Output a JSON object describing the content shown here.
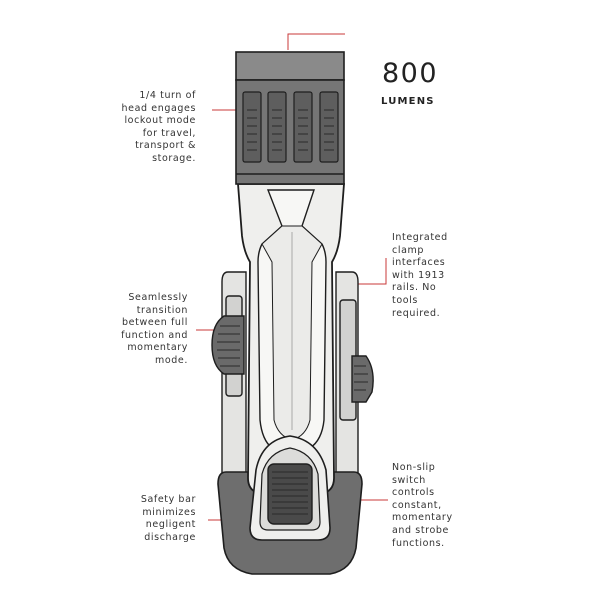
{
  "spec": {
    "value": "800",
    "unit": "LUMENS"
  },
  "callouts": {
    "head_lockout": [
      "1/4 turn of",
      "head engages",
      "lockout mode",
      "for travel,",
      "transport &",
      "storage."
    ],
    "clamp": [
      "Integrated",
      "clamp",
      "interfaces",
      "with 1913",
      "rails. No",
      "tools",
      "required."
    ],
    "mode": [
      "Seamlessly",
      "transition",
      "between full",
      "function and",
      "momentary",
      "mode."
    ],
    "safety": [
      "Safety bar",
      "minimizes",
      "negligent",
      "discharge"
    ],
    "switch": [
      "Non-slip",
      "switch",
      "controls",
      "constant,",
      "momentary",
      "and strobe",
      "functions."
    ]
  },
  "colors": {
    "accent_line": "#c9383a",
    "body_fill": "#efefed",
    "head_fill": "#777777",
    "outline": "#1e1e1e"
  }
}
